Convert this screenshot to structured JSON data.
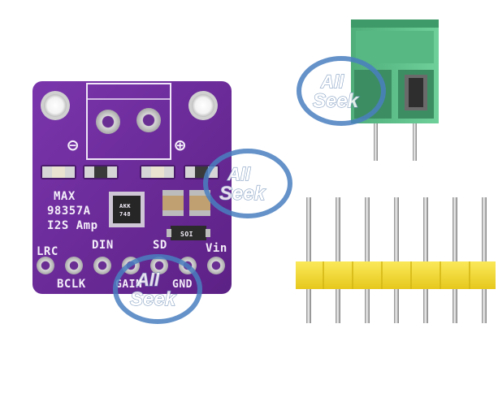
{
  "board": {
    "silkscreen": {
      "title_line1": "MAX",
      "title_line2": "98357A",
      "title_line3": "I2S Amp",
      "pin_lrc": "LRC",
      "pin_bclk": "BCLK",
      "pin_din": "DIN",
      "pin_gain": "GAIN",
      "pin_sd": "SD",
      "pin_gnd": "GND",
      "pin_vin": "Vin",
      "minus": "⊖",
      "plus": "⊕",
      "diode_marking": "SOI",
      "chip_marking_1": "AKK",
      "chip_marking_2": "748"
    },
    "colors": {
      "pcb": "#6b2a9a",
      "pad": "#d9d9d9",
      "terminal_green": "#5ec08a",
      "header_yellow": "#f5e03a",
      "pin_metal": "#c8c8c8"
    }
  },
  "watermark": {
    "line1": "All",
    "line2": "Seek",
    "color": "#4a7fc0"
  }
}
